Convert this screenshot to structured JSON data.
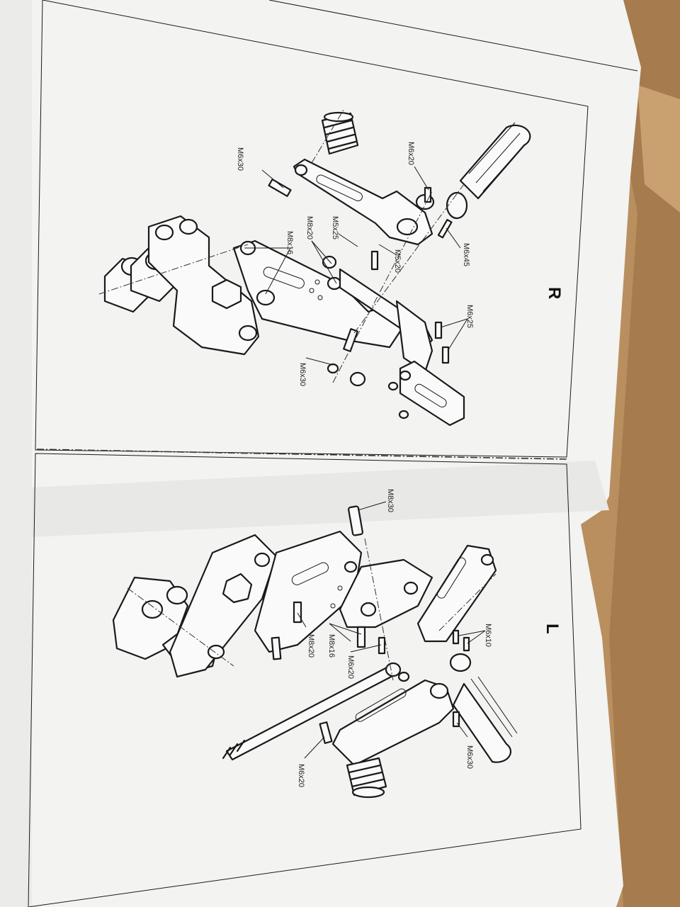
{
  "sheet": {
    "right_side_label": "R",
    "left_side_label": "L",
    "colors": {
      "paper": "#f3f3f1",
      "line": "#1a1a1a",
      "cardboard": "#b98f5f"
    }
  },
  "right_assembly": {
    "fasteners": [
      {
        "id": "r1",
        "label": "M6x30"
      },
      {
        "id": "r2",
        "label": "M6x20"
      },
      {
        "id": "r3",
        "label": "M8x16"
      },
      {
        "id": "r4",
        "label": "M8x20"
      },
      {
        "id": "r5",
        "label": "M5x25"
      },
      {
        "id": "r6",
        "label": "M5x20"
      },
      {
        "id": "r7",
        "label": "M6x45"
      },
      {
        "id": "r8",
        "label": "M6x25"
      },
      {
        "id": "r9",
        "label": "M6x30"
      }
    ]
  },
  "left_assembly": {
    "fasteners": [
      {
        "id": "l1",
        "label": "M8x30"
      },
      {
        "id": "l2",
        "label": "M8x20"
      },
      {
        "id": "l3",
        "label": "M8x16"
      },
      {
        "id": "l4",
        "label": "M6x20"
      },
      {
        "id": "l5",
        "label": "M6x10"
      },
      {
        "id": "l6",
        "label": "M6x30"
      },
      {
        "id": "l7",
        "label": "M6x20"
      }
    ]
  }
}
